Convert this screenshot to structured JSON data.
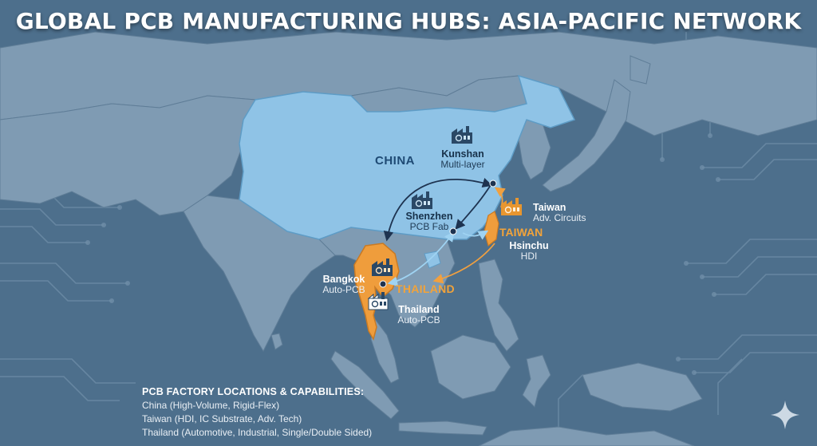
{
  "title": "GLOBAL PCB MANUFACTURING HUBS: ASIA-PACIFIC NETWORK",
  "countries": {
    "china": "CHINA",
    "thailand": "THAILAND",
    "taiwan": "TAIWAN"
  },
  "hubs": {
    "kunshan": {
      "name": "Kunshan",
      "capability": "Multi-layer"
    },
    "shenzhen": {
      "name": "Shenzhen",
      "capability": "PCB Fab"
    },
    "taiwan_north": {
      "name": "Taiwan",
      "capability": "Adv. Circuits"
    },
    "hsinchu": {
      "name": "Hsinchu",
      "capability": "HDI"
    },
    "bangkok": {
      "name": "Bangkok",
      "capability": "Auto-PCB"
    },
    "thailand_south": {
      "name": "Thailand",
      "capability": "Auto-PCB"
    }
  },
  "legend": {
    "title": "PCB FACTORY LOCATIONS & CAPABILITIES:",
    "items": [
      "China (High-Volume, Rigid-Flex)",
      "Taiwan (HDI, IC Substrate, Adv. Tech)",
      "Thailand (Automotive, Industrial, Single/Double Sided)"
    ]
  },
  "colors": {
    "background": "#4d6f8c",
    "land": "#7f9bb3",
    "china": "#8fc3e6",
    "thailand": "#ef9d3c",
    "taiwan": "#ef9d3c",
    "arrow_dark": "#1e3350",
    "arrow_light": "#9fd3f2",
    "arrow_orange": "#f0a040"
  },
  "icons": [
    "factory-icon",
    "gear-icon",
    "sparkle-icon"
  ]
}
